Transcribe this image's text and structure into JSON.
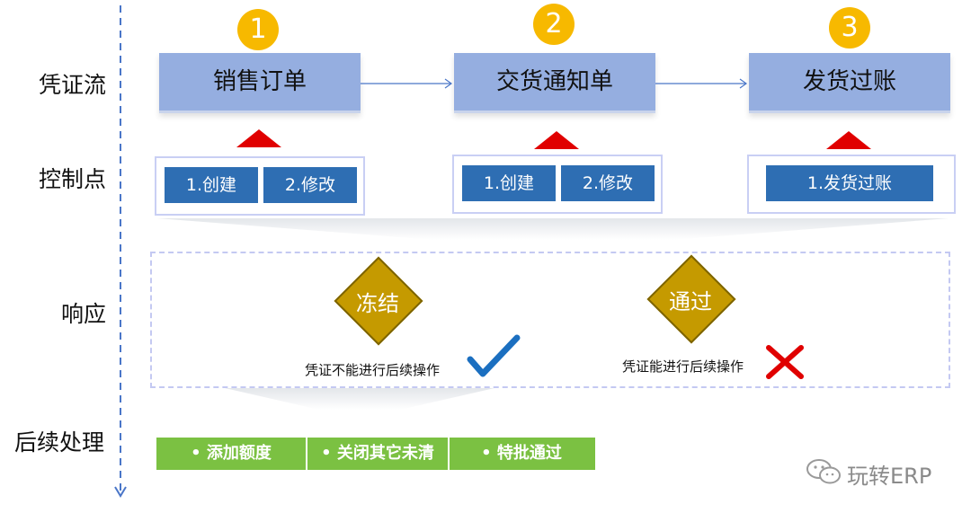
{
  "rows": {
    "voucher_flow": "凭证流",
    "control_points": "控制点",
    "response": "响应",
    "follow_up": "后续处理"
  },
  "steps": [
    {
      "number": "1",
      "title": "销售订单"
    },
    {
      "number": "2",
      "title": "交货通知单"
    },
    {
      "number": "3",
      "title": "发货过账"
    }
  ],
  "controls": [
    [
      "1.创建",
      "2.修改"
    ],
    [
      "1.创建",
      "2.修改"
    ],
    [
      "1.发货过账"
    ]
  ],
  "responses": {
    "freeze": {
      "label": "冻结",
      "note": "凭证不能进行后续操作",
      "mark": "check-icon"
    },
    "pass": {
      "label": "通过",
      "note": "凭证能进行后续操作",
      "mark": "cross-icon"
    }
  },
  "follow_up_items": [
    "• 添加额度",
    "• 关闭其它未清",
    "• 特批通过"
  ],
  "watermark": "玩转ERP",
  "colors": {
    "step_circle": "#f7b900",
    "flow_box": "#95aee0",
    "control_button": "#2e6eb3",
    "triangle": "#e00000",
    "diamond": "#c59a00",
    "check": "#1b6fc0",
    "cross": "#e00000",
    "follow_bar": "#7bc142"
  }
}
